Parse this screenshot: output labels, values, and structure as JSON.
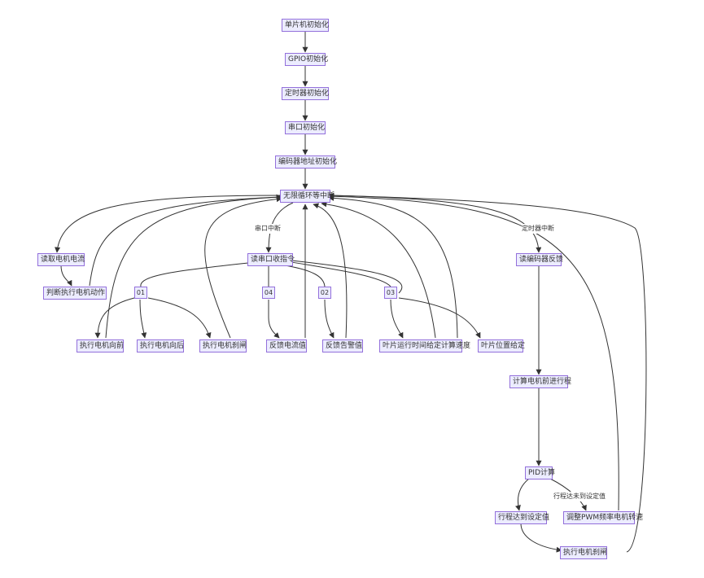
{
  "nodes": {
    "mcu_init": "单片机初始化",
    "gpio_init": "GPIO初始化",
    "timer_init": "定时器初始化",
    "uart_init": "串口初始化",
    "encoder_addr_init": "编码器地址初始化",
    "infinite_loop": "无限循环等中断",
    "read_current": "读取电机电流",
    "judge_action": "判断执行电机动作",
    "read_uart_cmd": "读串口收指令",
    "read_encoder": "读编码器反馈",
    "motor_forward": "执行电机向前",
    "motor_backward": "执行电机向后",
    "motor_brake_a": "执行电机刹闸",
    "report_current": "反馈电流值",
    "report_alarm": "反馈告警值",
    "blade_speed": "叶片运行时间给定计算速度",
    "blade_position": "叶片位置给定",
    "calc_travel": "计算电机前进行程",
    "pid_calc": "PID计算",
    "travel_reached": "行程达到设定值",
    "adjust_pwm": "调整PWM频率电机转速",
    "motor_brake_b": "执行电机刹闸"
  },
  "edge_labels": {
    "uart_interrupt": "串口中断",
    "timer_interrupt": "定时器中断",
    "travel_not_reached": "行程达未到设定值"
  },
  "codes": {
    "c01": "01",
    "c04": "04",
    "c02": "02",
    "c03": "03"
  },
  "colors": {
    "node_fill": "#ececff",
    "node_border": "#9370db",
    "edge": "#333333"
  }
}
